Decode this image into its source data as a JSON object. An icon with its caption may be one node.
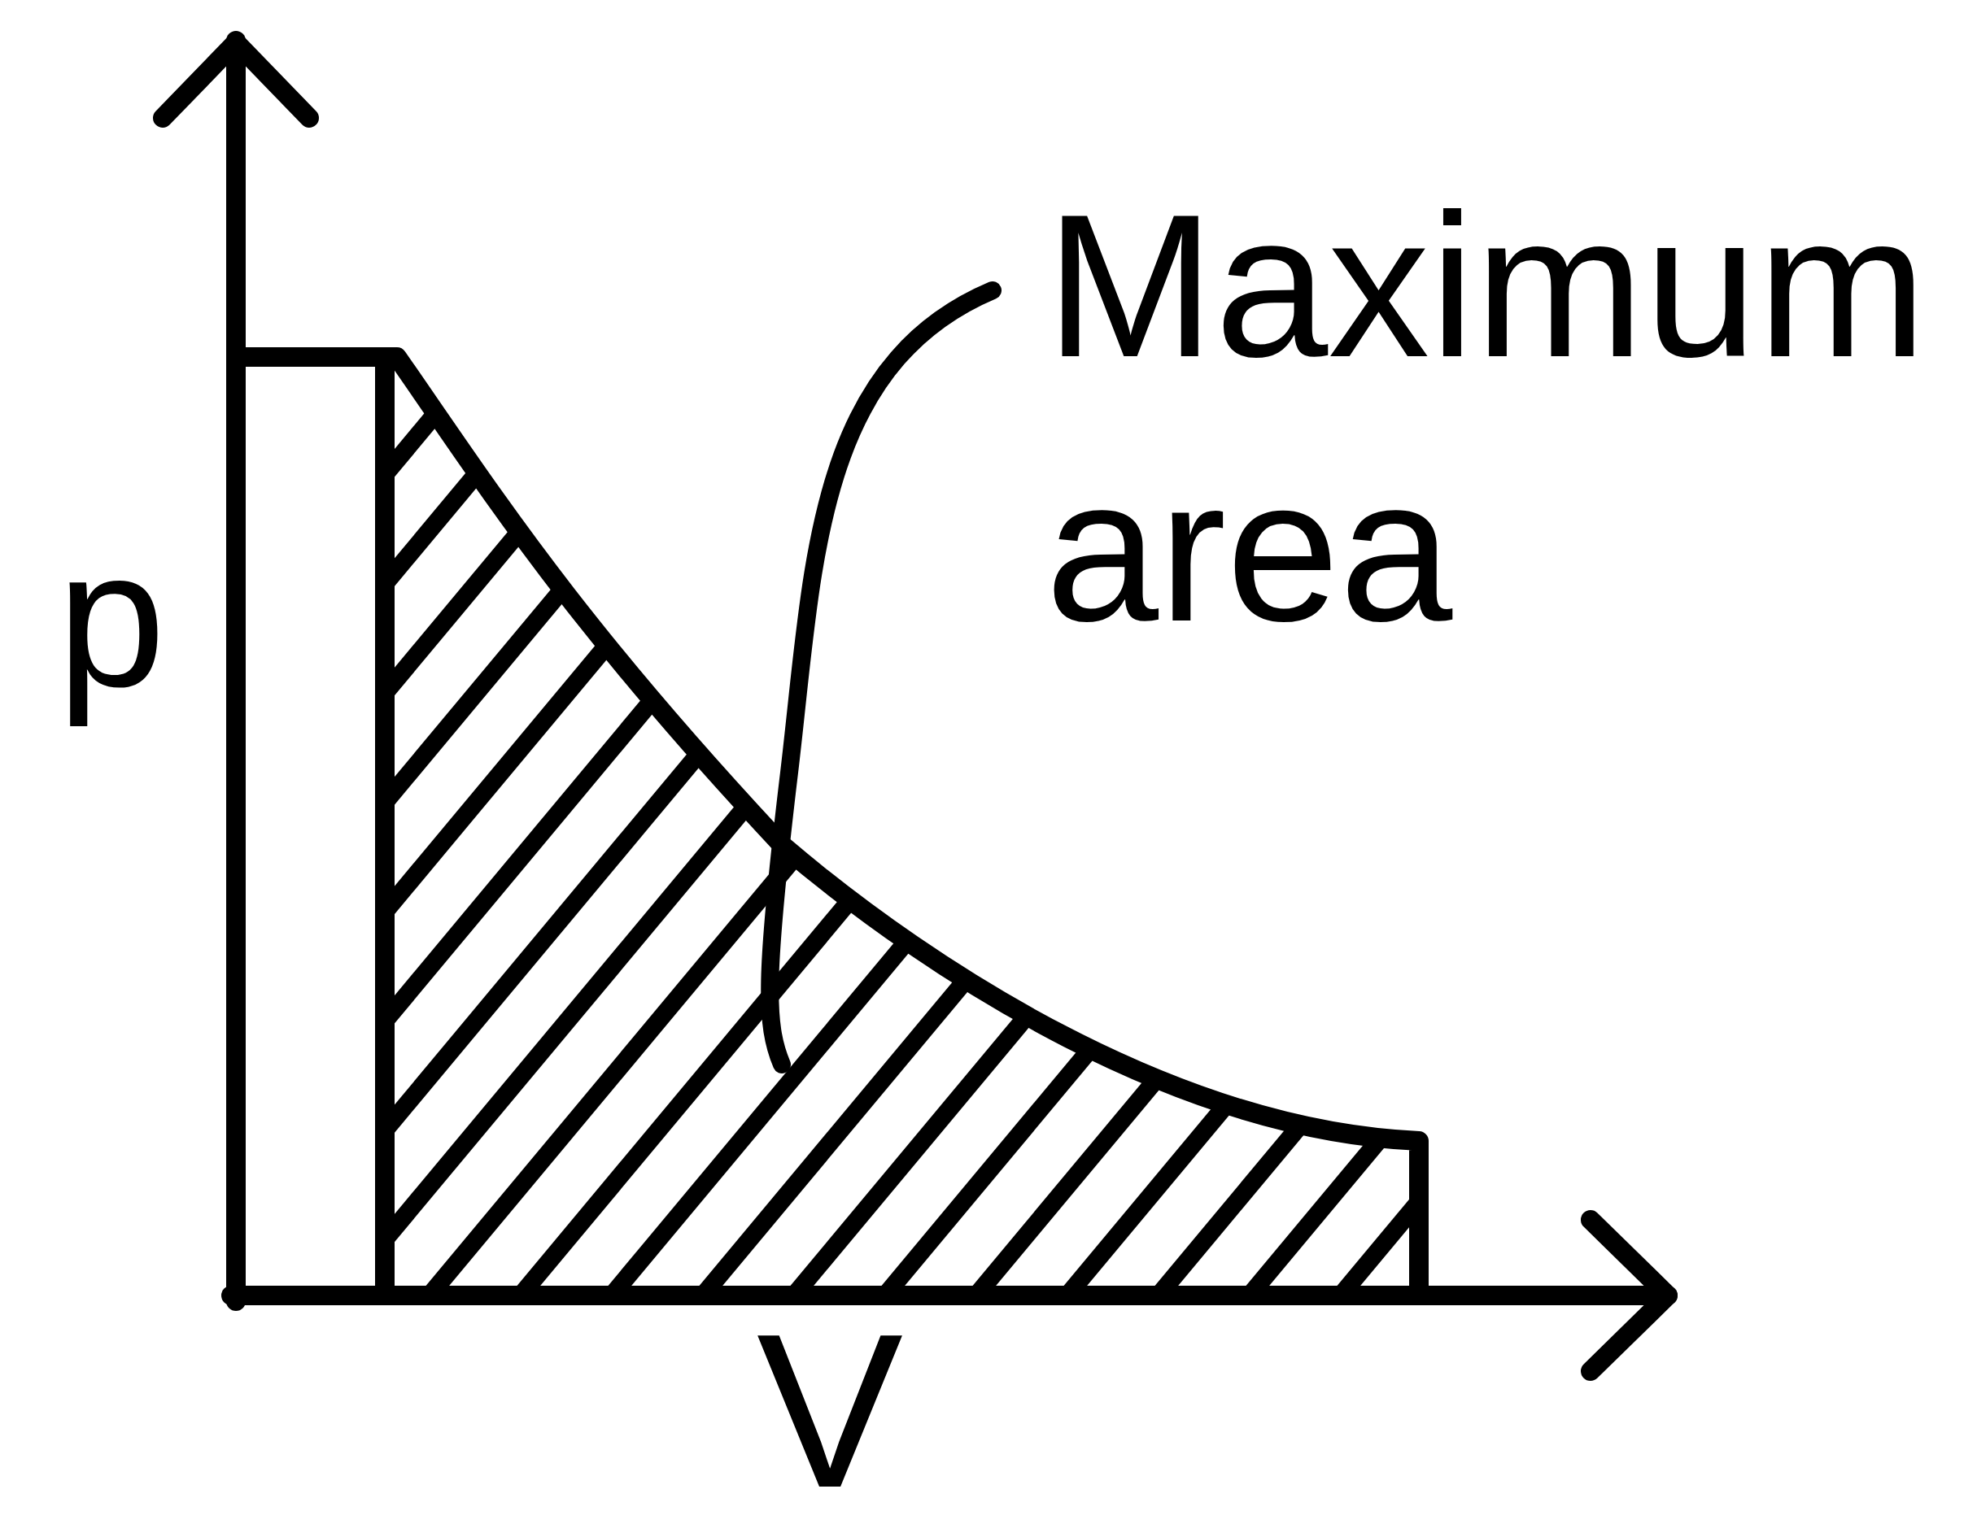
{
  "diagram": {
    "nodes": [
      {
        "text": [
          "Maximum area"
        ]
      },
      {
        "text": [],
        "shape": "area"
      }
    ],
    "edges": [
      {
        "from": 0,
        "to": 1,
        "arrow": "none"
      }
    ],
    "labels": [
      "p",
      "V"
    ]
  }
}
